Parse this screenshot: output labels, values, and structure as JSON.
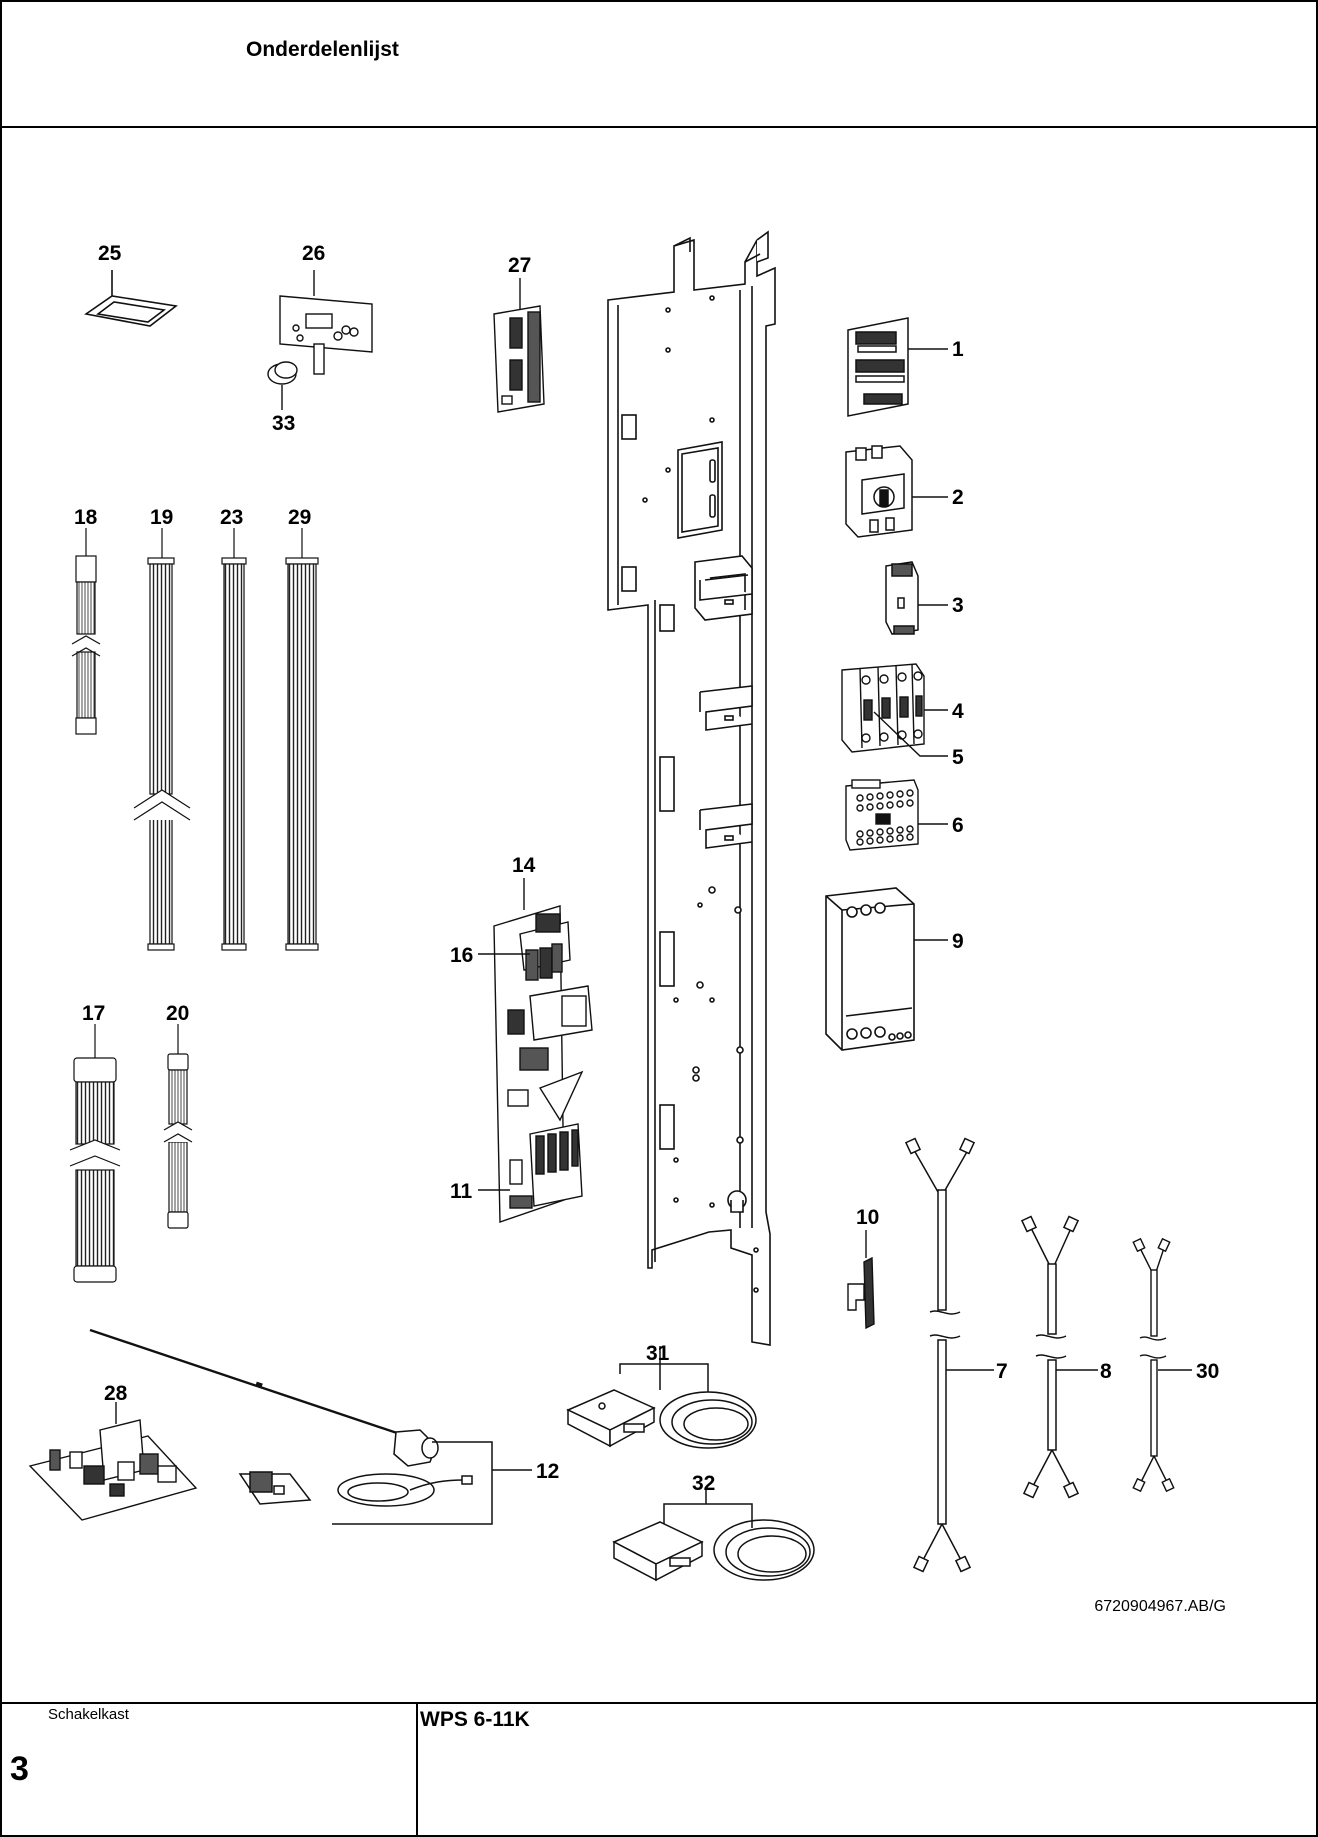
{
  "header": {
    "title": "Onderdelenlijst"
  },
  "footer": {
    "section_name": "Schakelkast",
    "page_number": "3",
    "model": "WPS 6-11K"
  },
  "drawing": {
    "reference": "6720904967.AB/G"
  },
  "callouts": {
    "c1": "1",
    "c2": "2",
    "c3": "3",
    "c4": "4",
    "c5": "5",
    "c6": "6",
    "c7": "7",
    "c8": "8",
    "c9": "9",
    "c10": "10",
    "c11": "11",
    "c12": "12",
    "c14": "14",
    "c16": "16",
    "c17": "17",
    "c18": "18",
    "c19": "19",
    "c20": "20",
    "c23": "23",
    "c25": "25",
    "c26": "26",
    "c27": "27",
    "c28": "28",
    "c29": "29",
    "c30": "30",
    "c31": "31",
    "c32": "32",
    "c33": "33"
  }
}
